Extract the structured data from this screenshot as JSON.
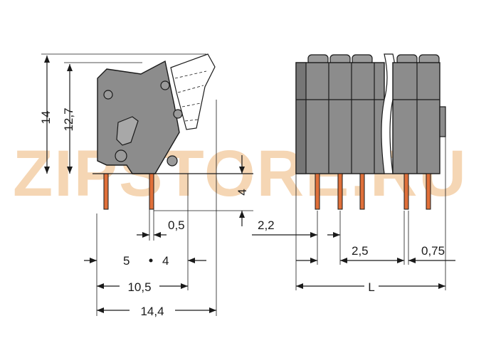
{
  "watermark": {
    "text": "ZIPSTORE.RU"
  },
  "dimensions": {
    "height_total": "14",
    "height_body": "12,7",
    "pin_length": "4",
    "pin_width": "0,5",
    "pin_offset": "5",
    "pin_pitch_front": "4",
    "base_width": "10,5",
    "total_width": "14,4",
    "first_pin": "2,2",
    "pitch": "2,5",
    "end_offset": "0,75",
    "length": "L"
  },
  "colors": {
    "housing": "#8c8c8c",
    "housing_dark": "#6e6e6e",
    "pins": "#e0703a",
    "watermark": "#f2c89b",
    "outline": "#1a1a1a"
  }
}
